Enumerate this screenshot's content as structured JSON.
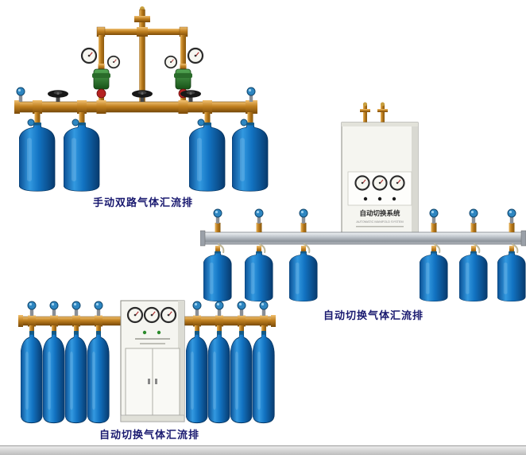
{
  "page": {
    "background_color": "#ffffff",
    "footer_bar_color": "#bdbdbd",
    "caption_color": "#1a1a70"
  },
  "products": [
    {
      "name": "manual-dual-manifold",
      "label": "手动双路气体汇流排",
      "cylinder_count": 4,
      "regulator_count": 2,
      "handwheel_count": 3,
      "colors": {
        "pipe": "#c08020",
        "cylinder": "#1273c2",
        "valve_knob": "#2e86c1",
        "regulator": "#2f7d2f"
      }
    },
    {
      "name": "auto-switch-wall-manifold",
      "label": "自动切换气体汇流排",
      "cylinder_count": 6,
      "cabinet": {
        "title": "自动切换系统",
        "subtitle": "AUTOMATIC MANIFOLD SYSTEM",
        "gauge_count": 3
      },
      "colors": {
        "rail": "#b9bec4",
        "cylinder": "#1273c2",
        "cabinet": "#f5f5f0"
      }
    },
    {
      "name": "auto-switch-floor-manifold",
      "label": "自动切换气体汇流排",
      "cylinder_count": 8,
      "cabinet": {
        "gauge_count": 3,
        "door_count": 2
      },
      "colors": {
        "pipe": "#c08020",
        "cylinder": "#1273c2",
        "cabinet": "#f5f5f0"
      }
    }
  ]
}
